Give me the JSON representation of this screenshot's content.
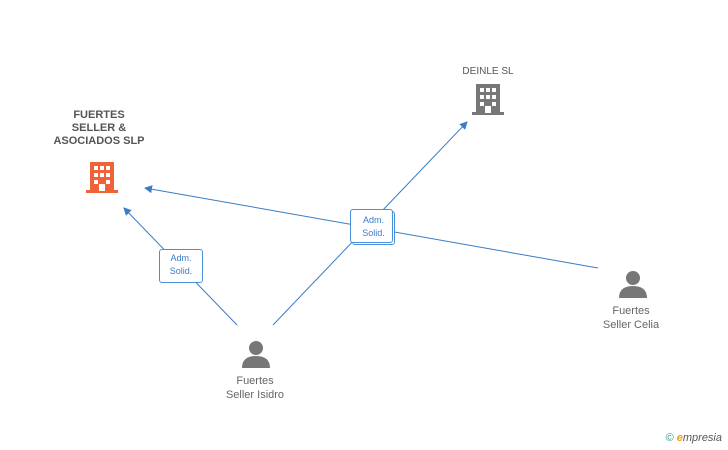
{
  "nodes": {
    "company_main": {
      "lines": [
        "FUERTES",
        "SELLER &",
        "ASOCIADOS SLP"
      ],
      "color": "#f0623a"
    },
    "company_deinle": {
      "name": "DEINLE SL",
      "color": "#777777"
    },
    "person_isidro": {
      "lines": [
        "Fuertes",
        "Seller Isidro"
      ]
    },
    "person_celia": {
      "lines": [
        "Fuertes",
        "Seller Celia"
      ]
    }
  },
  "relations": {
    "isidro_main": [
      "Adm.",
      "Solid."
    ],
    "shared": [
      "Adm.",
      "Solid."
    ]
  },
  "colors": {
    "edge": "#3a7bc8",
    "person": "#777777"
  },
  "footer": {
    "copyright": "©",
    "brand_first": "e",
    "brand_rest": "mpresia"
  }
}
